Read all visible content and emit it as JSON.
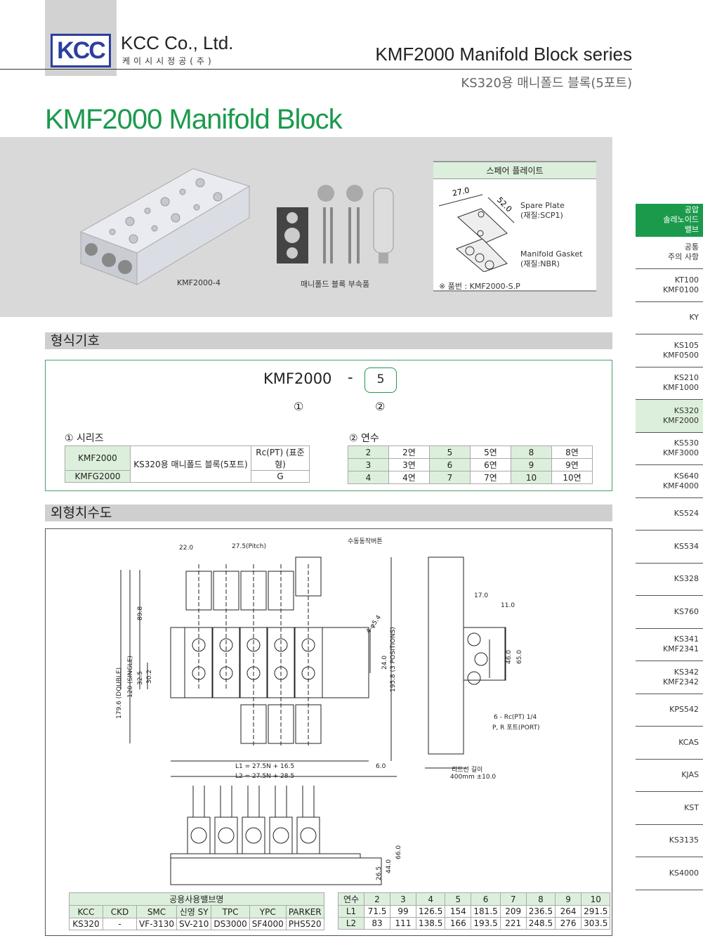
{
  "header": {
    "logo_text": "KCC",
    "company": "KCC Co., Ltd.",
    "company_ko": "케이시시정공(주)",
    "series": "KMF2000 Manifold Block series",
    "subseries": "KS320용 매니폴드 블록(5포트)"
  },
  "title": "KMF2000 Manifold Block",
  "photos": {
    "block_caption": "KMF2000-4",
    "accessory_caption": "매니폴드 블록 부속품"
  },
  "spare": {
    "title": "스페어 플레이트",
    "dim1": "27.0",
    "dim2": "52.0",
    "plate": "Spare Plate",
    "plate_mat": "(재질:SCP1)",
    "gasket": "Manifold Gasket",
    "gasket_mat": "(재질:NBR)",
    "part_no": "※ 품번 : KMF2000-S.P"
  },
  "model": {
    "section": "형식기호",
    "code": "KMF2000",
    "dash": "-",
    "num": "5",
    "mark1": "①",
    "mark2": "②",
    "series_title": "① 시리즈",
    "series_rows": [
      [
        "KMF2000",
        "Rc(PT) (표준형)"
      ],
      [
        "KMFG2000",
        "G"
      ]
    ],
    "series_desc": "KS320용 매니폴드 블록(5포트)",
    "stations_title": "② 연수",
    "stations": [
      [
        "2",
        "2연",
        "5",
        "5연",
        "8",
        "8연"
      ],
      [
        "3",
        "3연",
        "6",
        "6연",
        "9",
        "9연"
      ],
      [
        "4",
        "4연",
        "7",
        "7연",
        "10",
        "10연"
      ]
    ]
  },
  "dims": {
    "section": "외형치수도",
    "manual": "수동동작버튼",
    "d22": "22.0",
    "pitch": "27.5(Pitch)",
    "double": "179.6 (DOUBLE)",
    "single": "120 (SINGLE)",
    "d898": "89.8",
    "d325": "32.5",
    "d302": "30.2",
    "d24": "24.0",
    "d1958": "195.8 (3 POSITIONS)",
    "hole": "4-φ5.4",
    "l1": "L1 = 27.5N + 16.5",
    "l2": "L2 = 27.5N + 28.5",
    "d6": "6.0",
    "d17": "17.0",
    "d11": "11.0",
    "d46": "46.0",
    "d65": "65.0",
    "port1": "6 - Rc(PT) 1/4",
    "port2": "P, R 포트(PORT)",
    "lead": "리드선 길이",
    "lead_val": "400mm ±10.0",
    "d265": "26.5",
    "d44": "44.0",
    "d66": "66.0"
  },
  "compat": {
    "title": "공용사용밸브명",
    "headers": [
      "KCC",
      "CKD",
      "SMC",
      "신영 SY",
      "TPC",
      "YPC",
      "PARKER"
    ],
    "values": [
      "KS320",
      "-",
      "VF-3130",
      "SV-210",
      "DS3000",
      "SF4000",
      "PHS520"
    ]
  },
  "length": {
    "headers": [
      "연수",
      "2",
      "3",
      "4",
      "5",
      "6",
      "7",
      "8",
      "9",
      "10"
    ],
    "rows": [
      [
        "L1",
        "71.5",
        "99",
        "126.5",
        "154",
        "181.5",
        "209",
        "236.5",
        "264",
        "291.5"
      ],
      [
        "L2",
        "83",
        "111",
        "138.5",
        "166",
        "193.5",
        "221",
        "248.5",
        "276",
        "303.5"
      ]
    ]
  },
  "sidebar": [
    [
      "공압",
      "솔레노이드",
      "밸브"
    ],
    [
      "공통",
      "주의 사항"
    ],
    [
      "KT100",
      "KMF0100"
    ],
    [
      "KY"
    ],
    [
      "KS105",
      "KMF0500"
    ],
    [
      "KS210",
      "KMF1000"
    ],
    [
      "KS320",
      "KMF2000"
    ],
    [
      "KS530",
      "KMF3000"
    ],
    [
      "KS640",
      "KMF4000"
    ],
    [
      "KS524"
    ],
    [
      "KS534"
    ],
    [
      "KS328"
    ],
    [
      "KS760"
    ],
    [
      "KS341",
      "KMF2341"
    ],
    [
      "KS342",
      "KMF2342"
    ],
    [
      "KPS542"
    ],
    [
      "KCAS"
    ],
    [
      "KJAS"
    ],
    [
      "KST"
    ],
    [
      "KS3135"
    ],
    [
      "KS4000"
    ]
  ],
  "colors": {
    "brand_green": "#1b9a4c",
    "light_green": "#dcefdc",
    "logo_blue": "#2b3f9e"
  }
}
